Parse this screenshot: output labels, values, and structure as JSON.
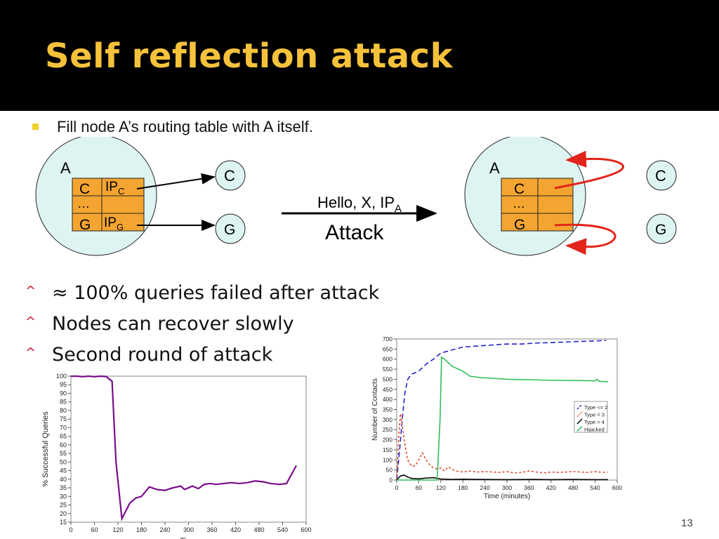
{
  "slide": {
    "title": "Self reflection attack",
    "bullet": "Fill node A’s routing table with A itself.",
    "points": [
      "≈ 100% queries failed after attack",
      "Nodes can recover slowly",
      "Second round of attack"
    ],
    "caret": "^",
    "page_number": "13"
  },
  "diagram": {
    "left": {
      "node": "A",
      "rows": [
        {
          "c1": "C",
          "c2": "IP",
          "c2sub": "C"
        },
        {
          "c1": "…",
          "c2": "",
          "c2sub": ""
        },
        {
          "c1": "G",
          "c2": "IP",
          "c2sub": "G"
        }
      ]
    },
    "right": {
      "node": "A",
      "rows": [
        {
          "c1": "C"
        },
        {
          "c1": "…"
        },
        {
          "c1": "G"
        }
      ]
    },
    "peers": [
      "C",
      "G"
    ],
    "message": "Hello, X, IP",
    "message_sub": "A",
    "arrow_label": "Attack",
    "colors": {
      "circle_fill": "#ddf4f2",
      "table_fill": "#f4a531",
      "reflect_arrow": "#e3241b"
    }
  },
  "chart_data": [
    {
      "type": "line",
      "title": "",
      "xlabel": "Time",
      "ylabel": "% Successful Queries",
      "xlim": [
        0,
        600
      ],
      "ylim": [
        15,
        100
      ],
      "xticks": [
        0,
        60,
        120,
        180,
        240,
        300,
        360,
        420,
        480,
        540,
        600
      ],
      "yticks": [
        15,
        20,
        25,
        30,
        35,
        40,
        45,
        50,
        55,
        60,
        65,
        70,
        75,
        80,
        85,
        90,
        95,
        100
      ],
      "series": [
        {
          "color": "#7a0d8c",
          "x": [
            0,
            15,
            30,
            45,
            60,
            75,
            90,
            105,
            115,
            130,
            150,
            165,
            180,
            200,
            220,
            240,
            260,
            280,
            290,
            310,
            325,
            340,
            355,
            370,
            390,
            410,
            430,
            450,
            470,
            490,
            510,
            530,
            550,
            575
          ],
          "y": [
            100,
            100,
            99.7,
            100,
            99.7,
            100,
            99.8,
            97,
            50,
            17,
            26,
            29,
            30,
            35.5,
            34,
            33.5,
            35,
            36,
            34,
            36,
            34.5,
            37,
            37.5,
            37,
            37.5,
            38,
            37.5,
            38,
            39,
            38.5,
            37.5,
            37,
            37.5,
            48
          ]
        }
      ]
    },
    {
      "type": "line",
      "title": "",
      "xlabel": "Time (minutes)",
      "ylabel": "Number of Contacts",
      "xlim": [
        0,
        600
      ],
      "ylim": [
        0,
        700
      ],
      "xticks": [
        0,
        60,
        120,
        180,
        240,
        300,
        360,
        420,
        480,
        540,
        600
      ],
      "yticks": [
        0,
        50,
        100,
        150,
        200,
        250,
        300,
        350,
        400,
        450,
        500,
        550,
        600,
        650,
        700
      ],
      "legend_position": "right",
      "series": [
        {
          "name": "Type <= 2",
          "color": "#2222cc",
          "dash": "dash",
          "x": [
            0,
            8,
            15,
            22,
            30,
            40,
            60,
            80,
            100,
            120,
            140,
            160,
            180,
            220,
            260,
            300,
            340,
            380,
            420,
            460,
            500,
            540,
            570
          ],
          "y": [
            0,
            150,
            300,
            430,
            500,
            525,
            540,
            575,
            600,
            630,
            640,
            650,
            660,
            665,
            670,
            675,
            675,
            680,
            682,
            685,
            688,
            690,
            693
          ]
        },
        {
          "name": "Type = 3",
          "color": "#e04a2a",
          "dash": "dot",
          "x": [
            0,
            5,
            10,
            15,
            22,
            30,
            40,
            50,
            60,
            70,
            80,
            90,
            100,
            110,
            120,
            130,
            140,
            160,
            180,
            200,
            220,
            240,
            260,
            280,
            300,
            320,
            340,
            360,
            380,
            400,
            420,
            440,
            460,
            480,
            500,
            520,
            540,
            560,
            575
          ],
          "y": [
            0,
            200,
            330,
            270,
            180,
            100,
            70,
            70,
            100,
            135,
            100,
            75,
            60,
            55,
            60,
            45,
            65,
            45,
            40,
            45,
            40,
            42,
            40,
            38,
            42,
            35,
            38,
            45,
            40,
            35,
            40,
            38,
            40,
            42,
            40,
            38,
            42,
            38,
            40
          ]
        },
        {
          "name": "Type = 4",
          "color": "#000000",
          "dash": "solid",
          "x": [
            0,
            10,
            20,
            30,
            40,
            60,
            80,
            100,
            120,
            150,
            180,
            240,
            300,
            360,
            420,
            480,
            540,
            575
          ],
          "y": [
            0,
            20,
            25,
            15,
            8,
            6,
            10,
            12,
            5,
            3,
            4,
            3,
            2,
            3,
            2,
            3,
            2,
            2
          ]
        },
        {
          "name": "Hijacked",
          "color": "#2fbf5a",
          "dash": "solid",
          "x": [
            0,
            60,
            110,
            118,
            122,
            130,
            150,
            180,
            200,
            230,
            260,
            300,
            360,
            420,
            480,
            520,
            540,
            545,
            550,
            575
          ],
          "y": [
            0,
            0,
            0,
            300,
            610,
            600,
            565,
            540,
            515,
            508,
            505,
            500,
            498,
            495,
            494,
            493,
            492,
            500,
            490,
            488
          ]
        }
      ]
    }
  ]
}
